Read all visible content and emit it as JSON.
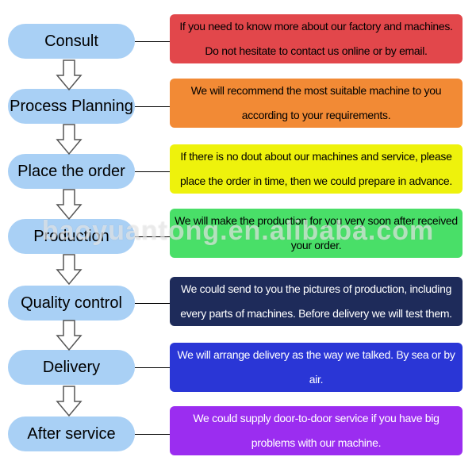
{
  "steps": [
    {
      "label": "Consult",
      "description": "If you need to know more about our factory and machines. Do not hesitate to contact us online or by email.",
      "color": "#e2474b",
      "text_color": "#000000"
    },
    {
      "label": "Process Planning",
      "description": "We will recommend the most suitable machine to you according to your requirements.",
      "color": "#f28a35",
      "text_color": "#000000"
    },
    {
      "label": "Place the order",
      "description": "If there is no dout about our machines and service, please place the order in time, then we could prepare in advance.",
      "color": "#eef20c",
      "text_color": "#000000"
    },
    {
      "label": "Production",
      "description": "We will make the production for you very soon after received your order.",
      "color": "#49df68",
      "text_color": "#000000"
    },
    {
      "label": "Quality control",
      "description": "We could send to you the pictures of production, including every parts of machines. Before delivery we will test them.",
      "color": "#1e2b5a",
      "text_color": "#ffffff"
    },
    {
      "label": "Delivery",
      "description": "We will arrange delivery as the way we talked. By sea or by air.",
      "color": "#2a36d6",
      "text_color": "#ffffff"
    },
    {
      "label": "After service",
      "description": "We could supply door-to-door service if you have big problems with our machine.",
      "color": "#9b2df0",
      "text_color": "#ffffff"
    }
  ],
  "step_color": "#a9d0f5",
  "arrow_icon": "down-arrow-icon",
  "watermark": "baoyuantong.en.alibaba.com"
}
